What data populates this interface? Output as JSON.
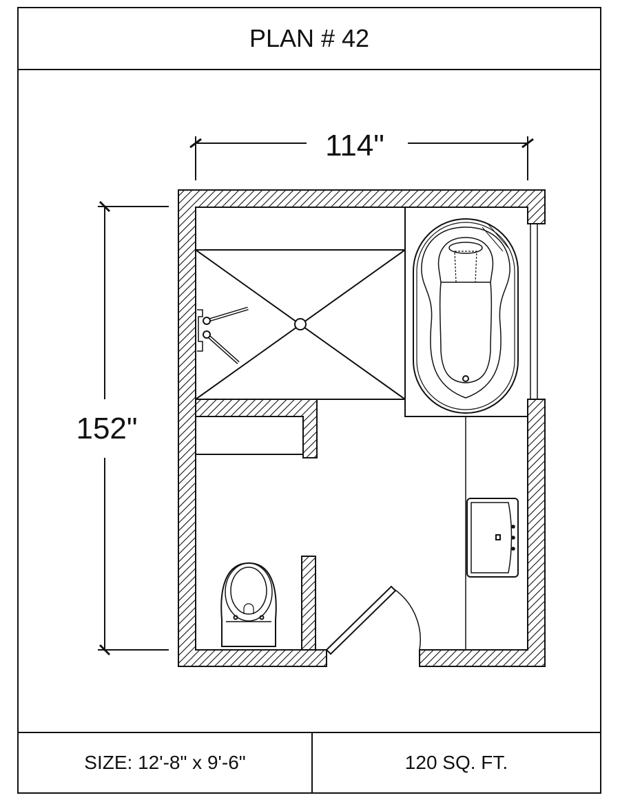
{
  "title": "PLAN # 42",
  "dimensions": {
    "width": "114\"",
    "length": "152\""
  },
  "footer": {
    "size": "SIZE:  12'-8\" x 9'-6\"",
    "area": "120 SQ. FT."
  },
  "fixtures": [
    "shower",
    "tub",
    "toilet",
    "sink",
    "closet",
    "door",
    "window"
  ]
}
